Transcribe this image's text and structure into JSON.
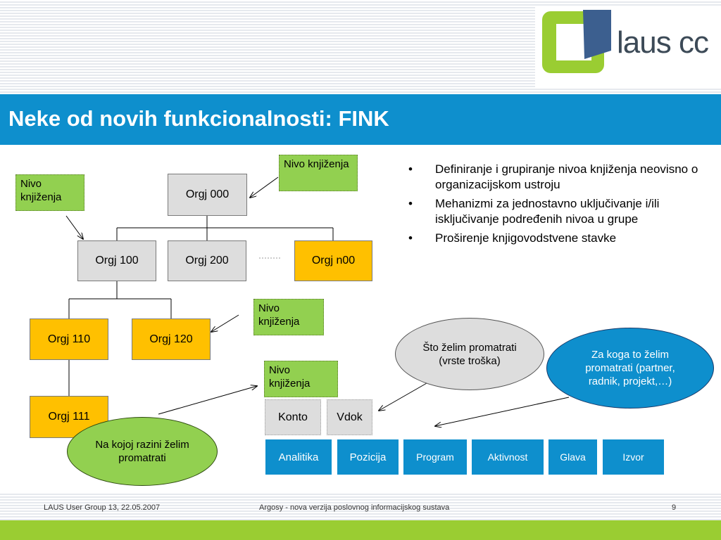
{
  "header": {
    "logo_text": "laus cc",
    "title": "Neke od novih funkcionalnosti: FINK"
  },
  "org_chart": {
    "orgj_000": "Orgj 000",
    "orgj_100": "Orgj 100",
    "orgj_200": "Orgj 200",
    "orgj_n00": "Orgj n00",
    "orgj_110": "Orgj 110",
    "orgj_120": "Orgj 120",
    "orgj_111": "Orgj 111"
  },
  "callouts": {
    "nivo_1": "Nivo knjiženja",
    "nivo_2": "Nivo knjiženja",
    "nivo_3": "Nivo knjiženja",
    "nivo_4": "Nivo knjiženja"
  },
  "bullets": [
    "Definiranje i grupiranje nivoa knjiženja neovisno o organizacijskom ustroju",
    "Mehanizmi za jednostavno uključivanje i/ili isključivanje podređenih nivoa u grupe",
    "Proširenje knjigovodstvene stavke"
  ],
  "ellipses": {
    "sto": "Što želim promatrati (vrste troška)",
    "za_koga": "Za koga to želim promatrati (partner, radnik, projekt,…)",
    "na_kojoj": "Na kojoj razini želim promatrati"
  },
  "fields": {
    "konto": "Konto",
    "vdok": "Vdok",
    "analitika": "Analitika",
    "pozicija": "Pozicija",
    "program": "Program",
    "aktivnost": "Aktivnost",
    "glava": "Glava",
    "izvor": "Izvor"
  },
  "footer": {
    "left": "LAUS User Group 13, 22.05.2007",
    "center": "Argosy - nova verzija poslovnog informacijskog sustava",
    "page": "9"
  },
  "colors": {
    "title_bar": "#0e8fcd",
    "gray_box": "#dddddd",
    "orange_box": "#ffc000",
    "green_callout": "#92d050",
    "footer_green": "#9acd32"
  }
}
